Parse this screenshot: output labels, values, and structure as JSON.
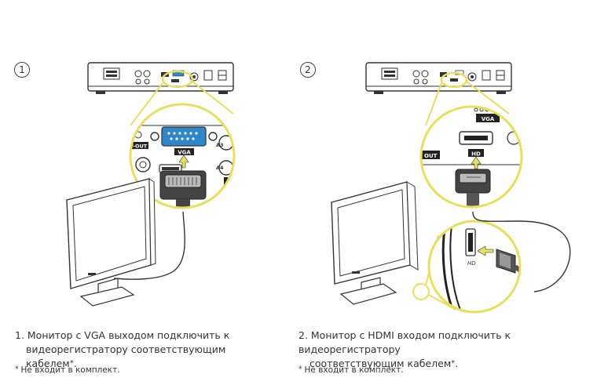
{
  "steps": [
    {
      "number": "1",
      "caption_line1": "1. Монитор с VGA выходом подключить к",
      "caption_line2": "видеорегистратору соответствующим кабелем",
      "footnote_mark": "*",
      "note": "Не входит в комплект.",
      "labels": {
        "port": "VGA",
        "vout": "V-OUT",
        "a3": "A3",
        "a4": "A4",
        "a_partial": "A"
      }
    },
    {
      "number": "2",
      "caption_line1": "2. Монитор с HDMI входом подключить к видеорегистратору",
      "caption_line2": "соответствующим кабелем",
      "footnote_mark": "*",
      "note": "Не входит в комплект.",
      "labels": {
        "vga": "VGA",
        "port": "HD",
        "out_top": "OUT",
        "out_bottom": "OUT",
        "monitor_port": "HD"
      }
    }
  ],
  "colors": {
    "highlight": "#e8e05a",
    "vga_blue": "#2f86c9",
    "line": "#333333"
  }
}
